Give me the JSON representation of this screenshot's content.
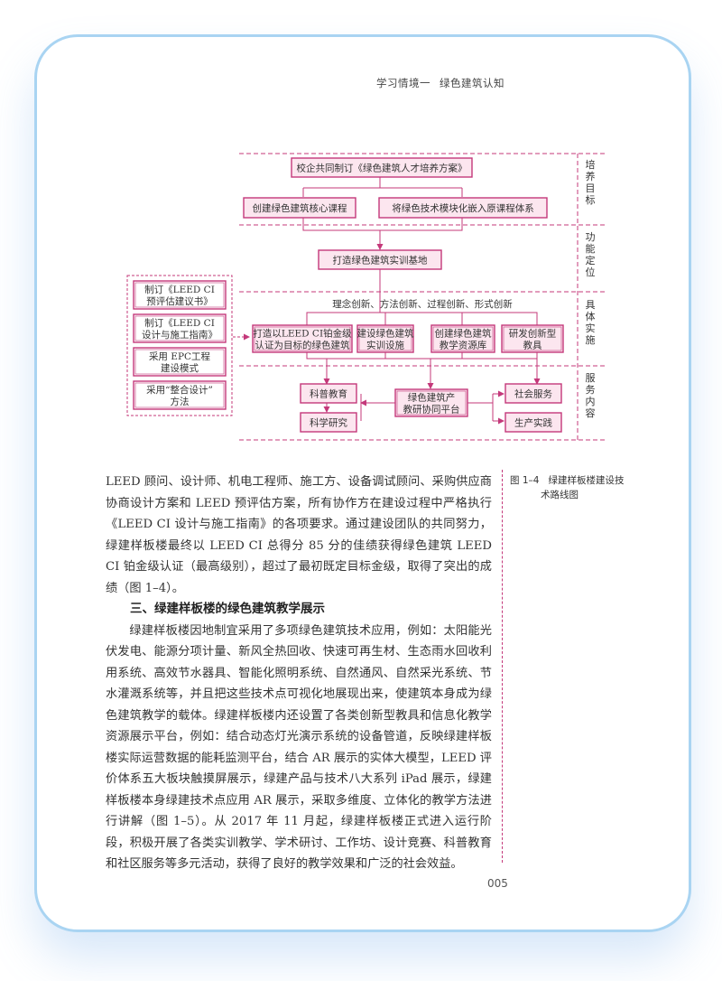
{
  "header": {
    "chapter": "学习情境一",
    "title": "绿色建筑认知"
  },
  "diagram": {
    "stages": [
      "培养目标",
      "功能定位",
      "具体实施",
      "服务内容"
    ],
    "top": "校企共同制订《绿色建筑人才培养方案》",
    "level2": [
      "创建绿色建筑核心课程",
      "将绿色技术模块化嵌入原课程体系"
    ],
    "base": "打造绿色建筑实训基地",
    "concepts": "理念创新、方法创新、过程创新、形式创新",
    "impl": [
      [
        "打造以LEED CI铂金级",
        "认证为目标的绿色建筑"
      ],
      [
        "建设绿色建筑",
        "实训设施"
      ],
      [
        "创建绿色建筑",
        "教学资源库"
      ],
      [
        "研发创新型",
        "教具"
      ]
    ],
    "side": [
      [
        "制订《LEED CI",
        "预评估建议书》"
      ],
      [
        "制订《LEED CI",
        "设计与施工指南》"
      ],
      [
        "采用 EPC工程",
        "建设模式"
      ],
      [
        "采用“整合设计”",
        "方法"
      ]
    ],
    "services": {
      "left": [
        "科普教育",
        "科学研究"
      ],
      "center": [
        "绿色建筑产",
        "教研协同平台"
      ],
      "right": [
        "社会服务",
        "生产实践"
      ]
    }
  },
  "figure": {
    "number": "图 1–4",
    "caption_l1": "绿建样板楼建设技",
    "caption_l2": "术路线图"
  },
  "text": {
    "p1": "LEED 顾问、设计师、机电工程师、施工方、设备调试顾问、采购供应商协商设计方案和 LEED 预评估方案，所有协作方在建设过程中严格执行《LEED CI 设计与施工指南》的各项要求。通过建设团队的共同努力，绿建样板楼最终以 LEED CI 总得分 85 分的佳绩获得绿色建筑 LEED CI 铂金级认证（最高级别），超过了最初既定目标金级，取得了突出的成绩（图 1–4）。",
    "h3": "三、绿建样板楼的绿色建筑教学展示",
    "p2": "绿建样板楼因地制宜采用了多项绿色建筑技术应用，例如：太阳能光伏发电、能源分项计量、新风全热回收、快速可再生材、生态雨水回收利用系统、高效节水器具、智能化照明系统、自然通风、自然采光系统、节水灌溉系统等，并且把这些技术点可视化地展现出来，使建筑本身成为绿色建筑教学的载体。绿建样板楼内还设置了各类创新型教具和信息化教学资源展示平台，例如：结合动态灯光演示系统的设备管道，反映绿建样板楼实际运营数据的能耗监测平台，结合 AR 展示的实体大模型，LEED 评价体系五大板块触摸屏展示，绿建产品与技术八大系列 iPad 展示，绿建样板楼本身绿建技术点应用 AR 展示，采取多维度、立体化的教学方法进行讲解（图 1–5）。从 2017 年 11 月起，绿建样板楼正式进入运行阶段，积极开展了各类实训教学、学术研讨、工作坊、设计竞赛、科普教育和社区服务等多元活动，获得了良好的教学效果和广泛的社会效益。"
  },
  "page": "005",
  "colors": {
    "accent": "#c4387a",
    "box_fill": "#fce6ef",
    "card_border": "#a9d4f2"
  }
}
